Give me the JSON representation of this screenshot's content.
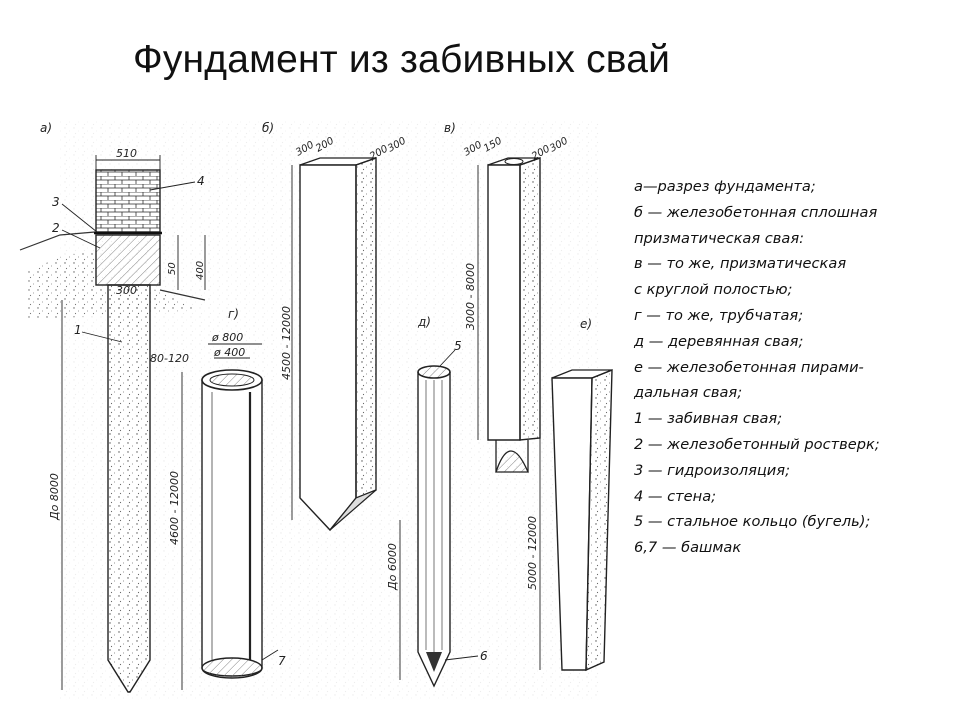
{
  "slide": {
    "title": "Фундамент из забивных свай"
  },
  "legend": {
    "lines": [
      "а—разрез фундамента;",
      "б — железобетонная сплошная",
      " призматическая свая:",
      "в — то же, призматическая",
      "с круглой полостью;",
      "г — то же, трубчатая;",
      "д — деревянная свая;",
      "е — железобетонная пирами-",
      "дальная  свая;",
      "1 — забивная свая;",
      "2 — железобетонный ростверк;",
      "3 — гидроизоляция;",
      "4 — стена;",
      "5 — стальное кольцо (бугель);",
      "6,7 — башмак"
    ]
  },
  "drawing": {
    "panel_letters": {
      "a": "а)",
      "b": "б)",
      "v": "в)",
      "g": "г)",
      "d": "д)",
      "e": "е)"
    },
    "part_numbers": {
      "n1": "1",
      "n2": "2",
      "n3": "3",
      "n4": "4",
      "n5": "5",
      "n6": "6",
      "n7": "7"
    },
    "dimensions": {
      "wall_width": "510",
      "pile_head": "300",
      "grillage_step": "50",
      "grillage_height": "400",
      "pile_a_length": "До 8000",
      "pipe_outer": "ø 800",
      "pipe_inner": "ø 400",
      "pipe_wall": "80-120",
      "pipe_length": "4600 - 12000",
      "b_top_300": "300",
      "b_top_200a": "200",
      "b_top_200b": "200",
      "b_top_300b": "300",
      "b_length": "4500 - 12000",
      "v_top_300": "300",
      "v_top_150": "150",
      "v_top_200": "200",
      "v_top_300b": "300",
      "v_length": "3000 - 8000",
      "d_length": "До 6000",
      "e_length": "5000 - 12000"
    }
  }
}
